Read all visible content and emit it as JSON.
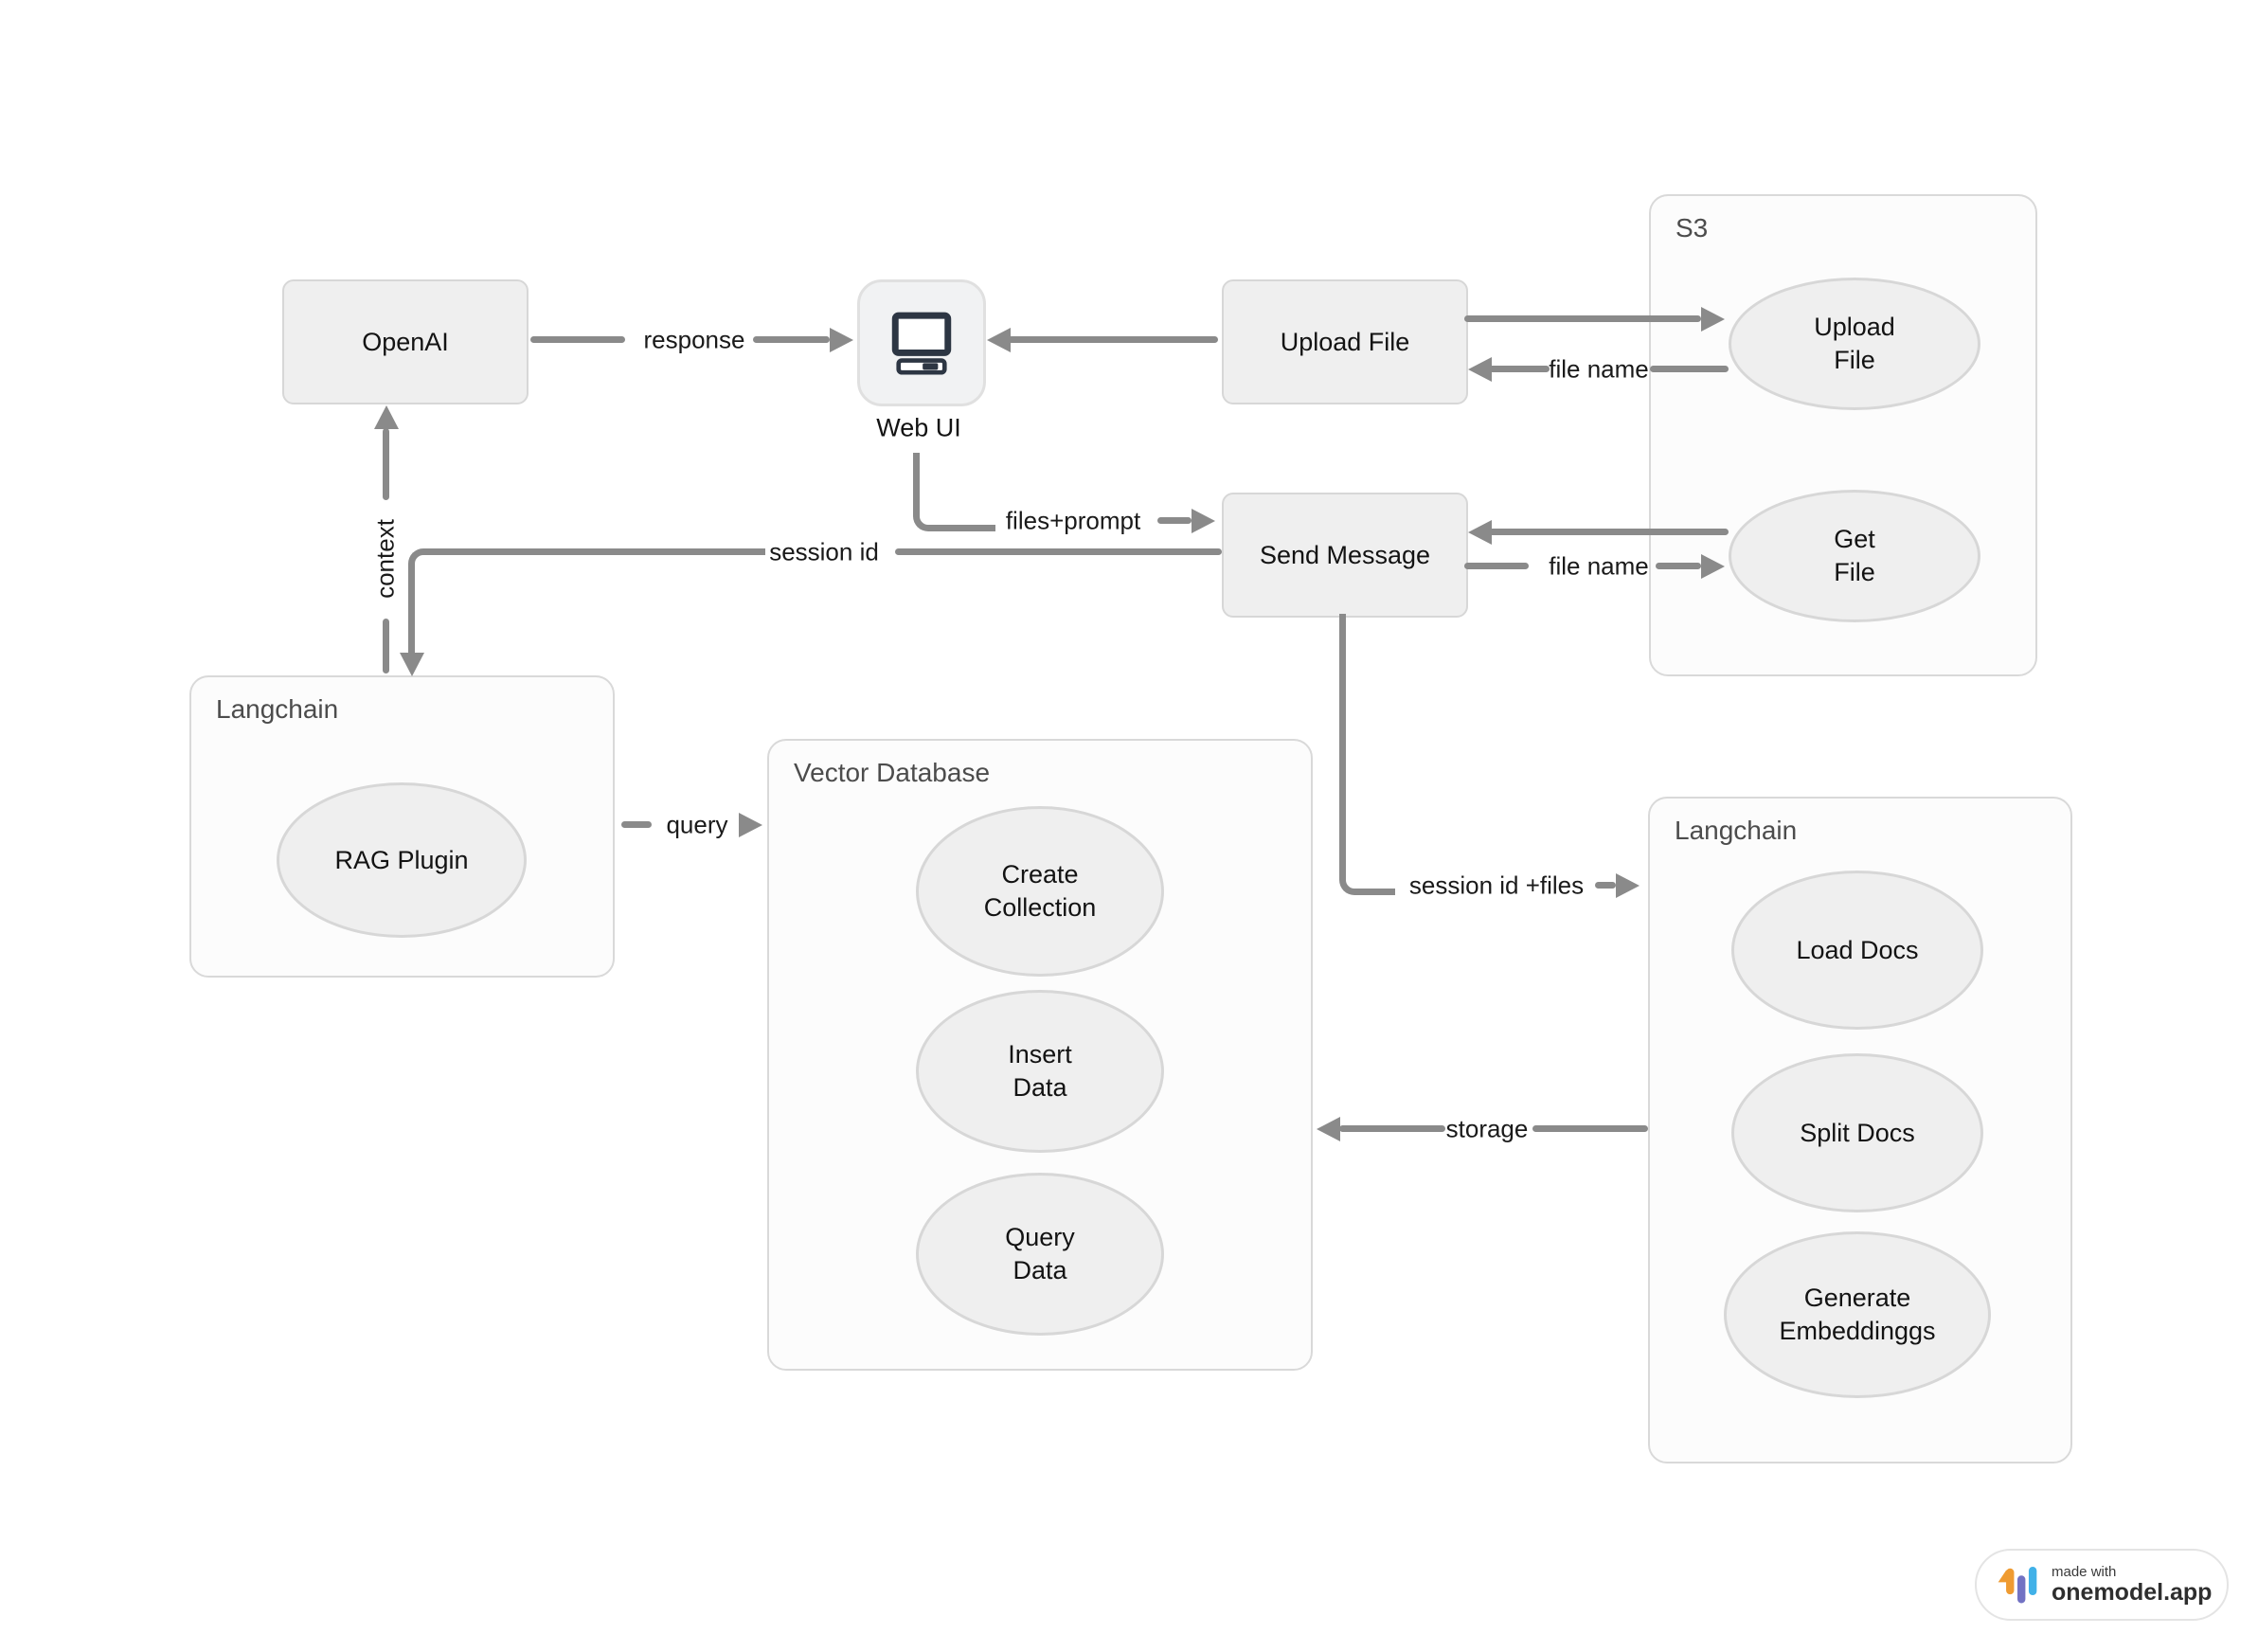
{
  "nodes": {
    "openai": "OpenAI",
    "web_ui": "Web UI",
    "upload_file": "Upload File",
    "send_message": "Send Message"
  },
  "s3": {
    "title": "S3",
    "upload_file": "Upload\nFile",
    "get_file": "Get\nFile"
  },
  "langchain_left": {
    "title": "Langchain",
    "rag_plugin": "RAG Plugin"
  },
  "vector_db": {
    "title": "Vector Database",
    "create_collection": "Create\nCollection",
    "insert_data": "Insert\nData",
    "query_data": "Query\nData"
  },
  "langchain_right": {
    "title": "Langchain",
    "load_docs": "Load Docs",
    "split_docs": "Split Docs",
    "generate_embeddings": "Generate\nEmbeddinggs"
  },
  "edges": {
    "response": "response",
    "file_name_upload": "file name",
    "file_name_get": "file name",
    "files_prompt": "files+prompt",
    "session_id": "session id",
    "context": "context",
    "query": "query",
    "session_id_files": "session id +files",
    "storage": "storage"
  },
  "icons": {
    "web_ui": "computer-icon",
    "badge_logo": "onemodel-logo"
  },
  "badge": {
    "made_with": "made with",
    "brand": "onemodel.app"
  },
  "colors": {
    "node_fill": "#efefef",
    "node_border": "#d7d7d7",
    "container_fill": "#fcfcfc",
    "container_border": "#d9d9d9",
    "arrow": "#8a8a8a",
    "icon_stroke": "#2d3643",
    "logo_orange": "#ef9b31",
    "logo_purple": "#7272c3",
    "logo_blue": "#41b1e8"
  }
}
